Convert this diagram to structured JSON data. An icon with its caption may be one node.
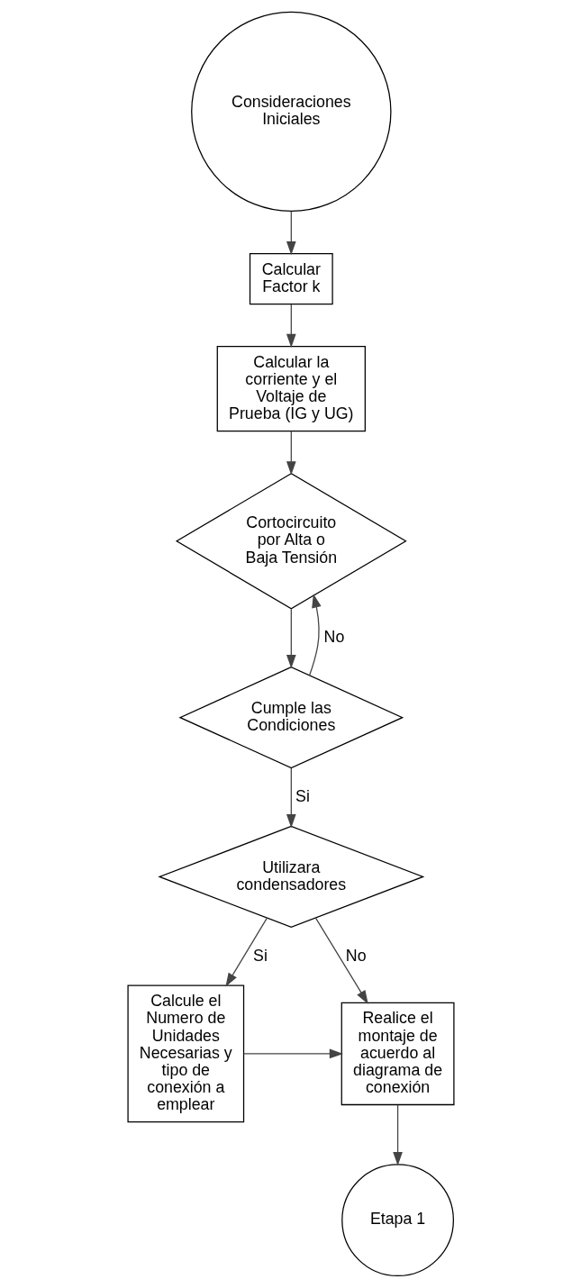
{
  "diagram": {
    "nodes": [
      {
        "text": [
          "Consideraciones Iniciales"
        ]
      },
      {
        "text": [
          "Calcular Factor k"
        ]
      },
      {
        "text": [
          "Calcular la corriente y el Voltaje de Prueba (IG y UG)"
        ]
      },
      {
        "text": [
          "Cortocircuito por Alta o Baja Tensión"
        ]
      },
      {
        "text": [
          "Cumple las Condiciones"
        ]
      },
      {
        "text": [
          "Utilizara condensadores"
        ]
      },
      {
        "text": [
          "Calcule el Numero de Unidades Necesarias y tipo de conexión a emplear"
        ]
      },
      {
        "text": [
          "Realice el montaje de acuerdo al diagrama de conexión"
        ]
      },
      {
        "text": [
          "Etapa 1"
        ]
      }
    ],
    "edges": [
      {
        "from": 0,
        "to": 1,
        "arrow": "to"
      },
      {
        "from": 1,
        "to": 2,
        "arrow": "to"
      },
      {
        "from": 2,
        "to": 3,
        "arrow": "to"
      },
      {
        "from": 3,
        "to": 4,
        "arrow": "to"
      },
      {
        "from": 4,
        "to": 3,
        "arrow": "to",
        "label": "No"
      },
      {
        "from": 4,
        "to": 5,
        "arrow": "to",
        "label": "Si"
      },
      {
        "from": 5,
        "to": 6,
        "arrow": "to",
        "label": "Si"
      },
      {
        "from": 5,
        "to": 7,
        "arrow": "to",
        "label": "No"
      },
      {
        "from": 6,
        "to": 7,
        "arrow": "to"
      },
      {
        "from": 7,
        "to": 8,
        "arrow": "to"
      }
    ]
  }
}
